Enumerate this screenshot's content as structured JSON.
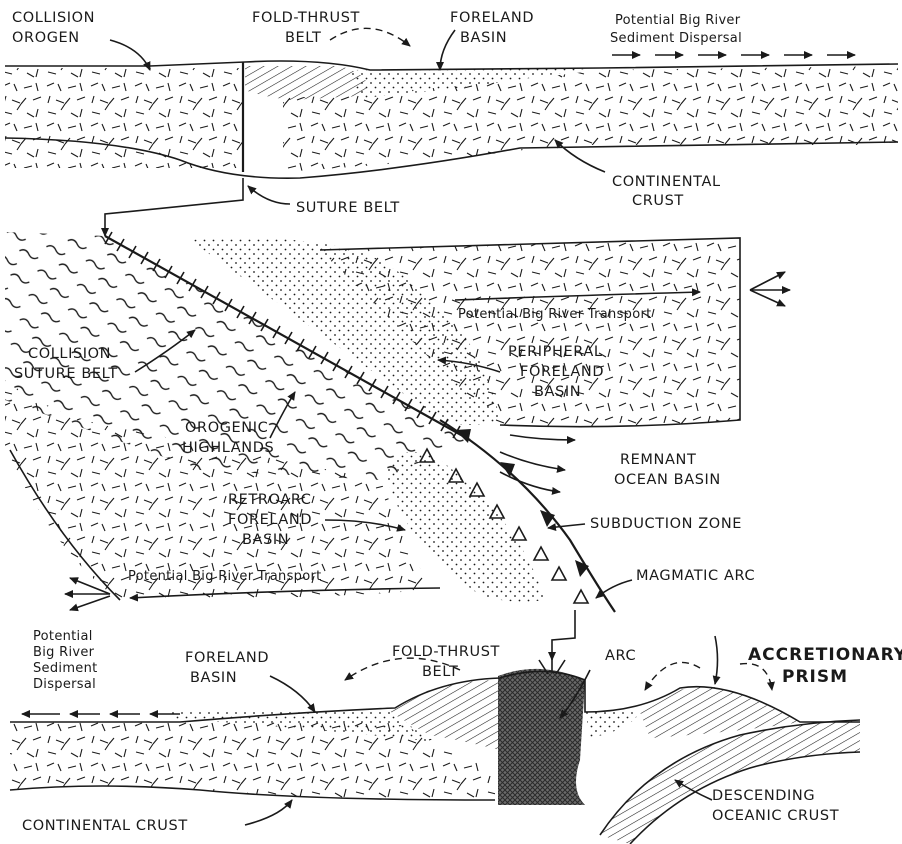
{
  "top_section": {
    "collision_orogen": [
      "COLLISION",
      "OROGEN"
    ],
    "fold_thrust_belt": [
      "FOLD-THRUST",
      "BELT"
    ],
    "foreland_basin": [
      "FORELAND",
      "BASIN"
    ],
    "river_dispersal": [
      "Potential Big River",
      "Sediment Dispersal"
    ],
    "continental_crust": [
      "CONTINENTAL",
      "CRUST"
    ],
    "suture_belt": "SUTURE BELT"
  },
  "map_section": {
    "big_river_transport_east": "Potential Big River Transport",
    "collision_suture_belt": [
      "COLLISION",
      "SUTURE BELT"
    ],
    "peripheral_foreland_basin": [
      "PERIPHERAL",
      "FORELAND",
      "BASIN"
    ],
    "orogenic_highlands": [
      "OROGENIC",
      "HIGHLANDS"
    ],
    "remnant_ocean_basin": [
      "REMNANT",
      "OCEAN BASIN"
    ],
    "retroarc_foreland_basin": [
      "RETROARC",
      "FORELAND",
      "BASIN"
    ],
    "subduction_zone": "SUBDUCTION ZONE",
    "big_river_transport_west": "Potential Big River Transport",
    "magmatic_arc": "MAGMATIC ARC"
  },
  "bottom_section": {
    "river_dispersal": [
      "Potential",
      "Big River",
      "Sediment",
      "Dispersal"
    ],
    "foreland_basin": [
      "FORELAND",
      "BASIN"
    ],
    "fold_thrust_belt": [
      "FOLD-THRUST",
      "BELT"
    ],
    "arc": "ARC",
    "accretionary_prism": [
      "ACCRETIONARY",
      "PRISM"
    ],
    "descending_oceanic_crust": [
      "DESCENDING",
      "OCEANIC CRUST"
    ],
    "continental_crust": "CONTINENTAL CRUST"
  },
  "colors": {
    "ink": "#1a1a1a",
    "paper": "#ffffff"
  }
}
